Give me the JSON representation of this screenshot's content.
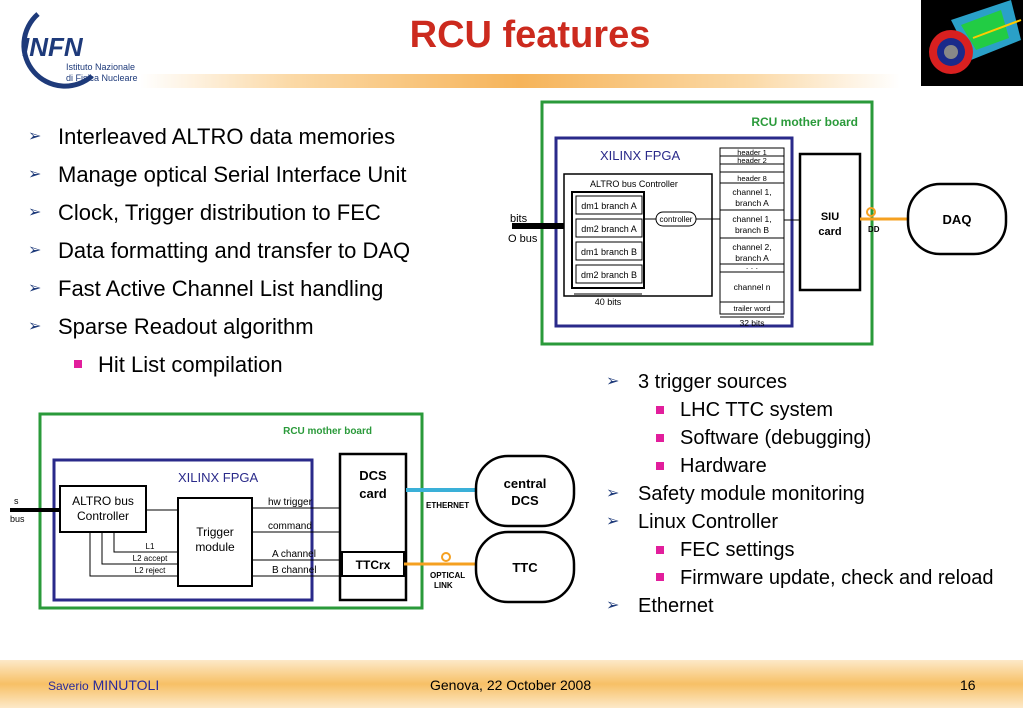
{
  "header": {
    "title": "RCU features",
    "logo": {
      "name": "INFN",
      "line1": "Istituto Nazionale",
      "line2": "di Fisica Nucleare"
    }
  },
  "left_bullets": [
    "Interleaved ALTRO data memories",
    "Manage optical Serial Interface Unit",
    "Clock, Trigger distribution to FEC",
    "Data formatting and transfer to DAQ",
    "Fast Active Channel List handling",
    "Sparse Readout algorithm"
  ],
  "left_sub": "Hit List compilation",
  "right_bullets": {
    "trigger": "3 trigger sources",
    "trigger_sub": [
      "LHC TTC system",
      "Software (debugging)",
      "Hardware"
    ],
    "safety": "Safety module monitoring",
    "linux": "Linux Controller",
    "linux_sub": [
      "FEC settings",
      "Firmware update, check and reload"
    ],
    "ethernet": "Ethernet"
  },
  "diagram1": {
    "board": "RCU mother board",
    "fpga": "XILINX FPGA",
    "altro_ctrl": "ALTRO bus Controller",
    "branches": [
      "dm1 branch A",
      "dm2 branch A",
      "dm1 branch B",
      "dm2 branch B"
    ],
    "width_left": "40 bits",
    "controller": "controller",
    "memory": [
      "header 1",
      "header 2",
      "header 8",
      "channel 1,",
      "branch A",
      "channel 1,",
      "branch B",
      "channel 2,",
      "branch A",
      "· · ·",
      "channel n",
      "trailer word"
    ],
    "width_right": "32 bits",
    "siu": [
      "SIU",
      "card"
    ],
    "ddl": "DDL",
    "daq": "DAQ",
    "cut_labels": [
      "bits",
      "O bus"
    ]
  },
  "diagram2": {
    "board": "RCU mother board",
    "fpga": "XILINX FPGA",
    "altro": [
      "ALTRO bus",
      "Controller"
    ],
    "trigger": [
      "Trigger",
      "module"
    ],
    "signals_in": [
      "L1",
      "L2 accept",
      "L2 reject"
    ],
    "signals_right": [
      "hw trigger",
      "command",
      "A channel",
      "B channel"
    ],
    "dcs": [
      "DCS",
      "card"
    ],
    "ttcrx": "TTCrx",
    "ethernet": "ETHERNET",
    "optical": [
      "OPTICAL",
      "LINK"
    ],
    "central": [
      "central",
      "DCS"
    ],
    "ttc": "TTC",
    "cut_labels": [
      "s",
      "bus"
    ]
  },
  "footer": {
    "author_first": "Saverio",
    "author_last": "MINUTOLI",
    "date": "Genova, 22 October 2008",
    "page": "16"
  }
}
